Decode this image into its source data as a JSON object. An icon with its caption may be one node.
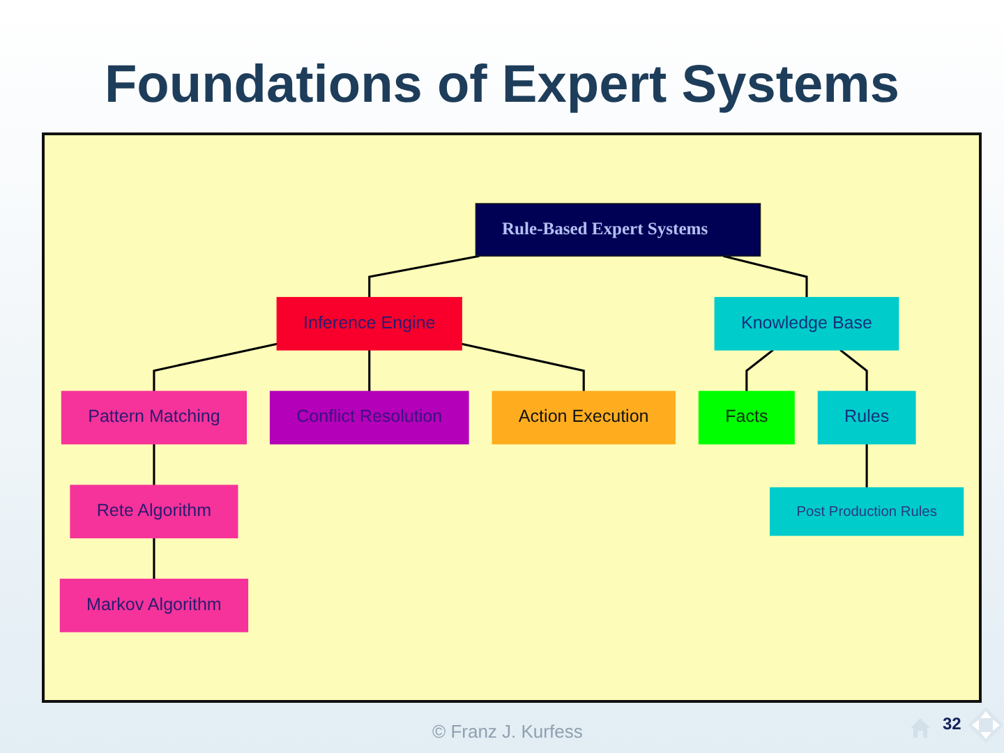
{
  "diagram": {
    "title": "Foundations of Expert Systems",
    "nodes": [
      {
        "text": [
          "Rule-Based Expert Systems"
        ]
      },
      {
        "text": [
          "Inference Engine"
        ]
      },
      {
        "text": [
          "Knowledge Base"
        ]
      },
      {
        "text": [
          "Pattern Matching"
        ]
      },
      {
        "text": [
          "Conflict Resolution"
        ]
      },
      {
        "text": [
          "Facts"
        ]
      },
      {
        "text": [
          "Rules"
        ]
      },
      {
        "text": [
          "Rete Algorithm"
        ]
      },
      {
        "text": [
          "Post Production Rules"
        ]
      },
      {
        "text": [
          "Action Execution"
        ]
      },
      {
        "text": [
          "Markov Algorithm"
        ]
      }
    ],
    "edges": [
      {
        "from": 0,
        "to": 1,
        "arrow": "none"
      },
      {
        "from": 0,
        "to": 2,
        "arrow": "none"
      },
      {
        "from": 1,
        "to": 3,
        "arrow": "none"
      },
      {
        "from": 1,
        "to": 4,
        "arrow": "none"
      },
      {
        "from": 1,
        "to": 9,
        "arrow": "none"
      },
      {
        "from": 2,
        "to": 5,
        "arrow": "none"
      },
      {
        "from": 2,
        "to": 6,
        "arrow": "none"
      },
      {
        "from": 3,
        "to": 7,
        "arrow": "none"
      },
      {
        "from": 7,
        "to": 10,
        "arrow": "none"
      },
      {
        "from": 6,
        "to": 8,
        "arrow": "none"
      }
    ],
    "labels": [
      "© Franz J. Kurfess",
      "32"
    ]
  }
}
